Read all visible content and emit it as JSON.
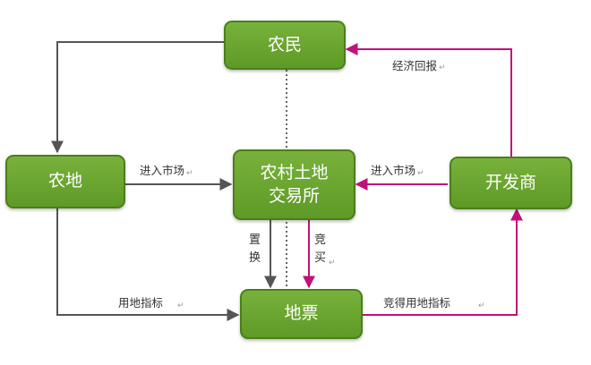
{
  "nodes": {
    "farmers": "农民",
    "farmland": "农地",
    "exchange_line1": "农村土地",
    "exchange_line2": "交易所",
    "developer": "开发商",
    "land_ticket": "地票"
  },
  "edges": {
    "economic_return": "经济回报",
    "enter_market_left": "进入市场",
    "enter_market_right": "进入市场",
    "replacement": "置换",
    "bid_purchase": "竞买",
    "land_use_quota": "用地指标",
    "winning_land_quota": "竞得用地指标"
  },
  "return_mark": "↵",
  "colors": {
    "node_fill": "#6aa632",
    "node_border": "#4b7f1a",
    "arrow_gray": "#555555",
    "arrow_magenta": "#c0127a",
    "dotted_line": "#666666"
  }
}
